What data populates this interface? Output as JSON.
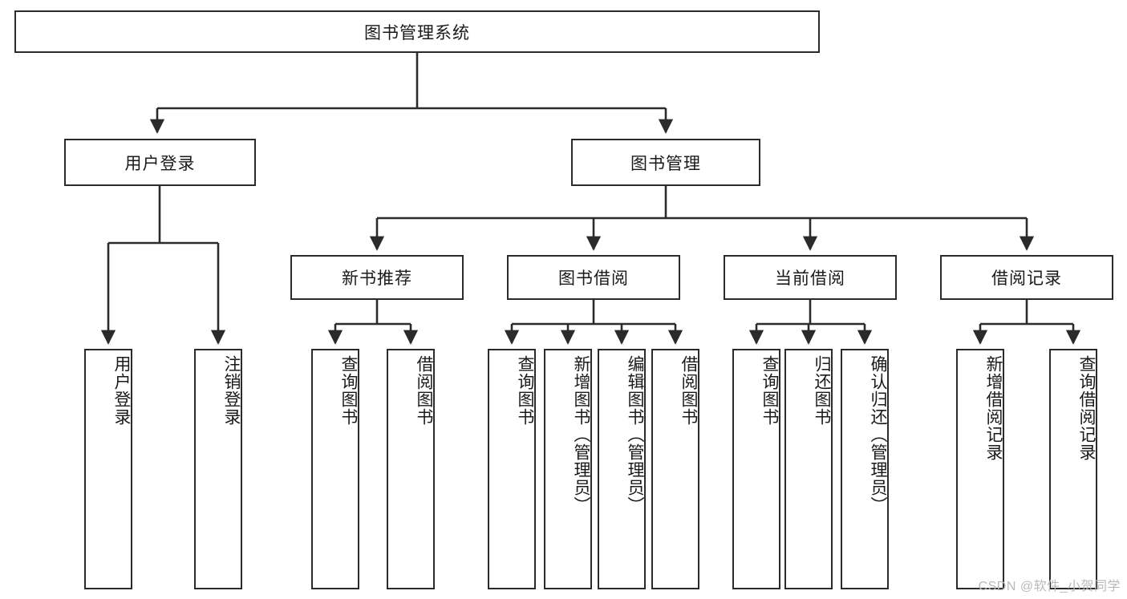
{
  "diagram": {
    "title": "图书管理系统",
    "type": "hierarchy-tree",
    "watermark": "CSDN @软件_小贺同学",
    "colors": {
      "border": "#2b2b2b",
      "background": "#ffffff",
      "text": "#1a1a1a",
      "link": "#2b2b2b",
      "watermark": "#b9b9b9"
    },
    "root": {
      "label": "图书管理系统"
    },
    "level1": [
      {
        "id": "user-login",
        "label": "用户登录"
      },
      {
        "id": "book-manage",
        "label": "图书管理"
      }
    ],
    "level2": [
      {
        "id": "new-book-recommend",
        "label": "新书推荐",
        "parent": "book-manage"
      },
      {
        "id": "book-borrow",
        "label": "图书借阅",
        "parent": "book-manage"
      },
      {
        "id": "current-borrow",
        "label": "当前借阅",
        "parent": "book-manage"
      },
      {
        "id": "borrow-record",
        "label": "借阅记录",
        "parent": "book-manage"
      }
    ],
    "leaves": [
      {
        "id": "leaf-user-login",
        "label": "用户登录",
        "parent": "user-login"
      },
      {
        "id": "leaf-logout",
        "label": "注销登录",
        "parent": "user-login"
      },
      {
        "id": "leaf-query-book-1",
        "label": "查询图书",
        "parent": "new-book-recommend"
      },
      {
        "id": "leaf-borrow-book-1",
        "label": "借阅图书",
        "parent": "new-book-recommend"
      },
      {
        "id": "leaf-query-book-2",
        "label": "查询图书",
        "parent": "book-borrow"
      },
      {
        "id": "leaf-add-book",
        "label": "新增图书（管理员）",
        "parent": "book-borrow"
      },
      {
        "id": "leaf-edit-book",
        "label": "编辑图书（管理员）",
        "parent": "book-borrow"
      },
      {
        "id": "leaf-borrow-book-2",
        "label": "借阅图书",
        "parent": "book-borrow"
      },
      {
        "id": "leaf-query-book-3",
        "label": "查询图书",
        "parent": "current-borrow"
      },
      {
        "id": "leaf-return-book",
        "label": "归还图书",
        "parent": "current-borrow"
      },
      {
        "id": "leaf-confirm-return",
        "label": "确认归还（管理员）",
        "parent": "current-borrow"
      },
      {
        "id": "leaf-add-record",
        "label": "新增借阅记录",
        "parent": "borrow-record"
      },
      {
        "id": "leaf-query-record",
        "label": "查询借阅记录",
        "parent": "borrow-record"
      }
    ]
  }
}
